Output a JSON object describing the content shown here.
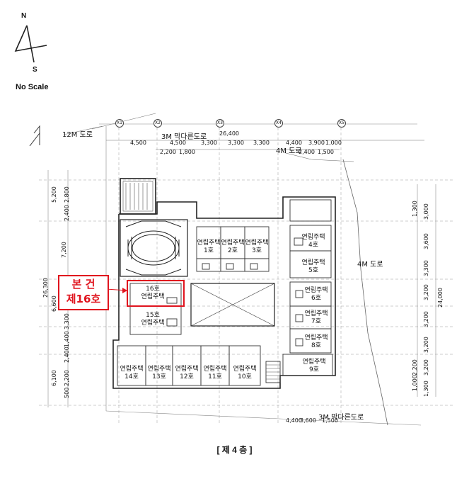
{
  "compass": {
    "north": "N",
    "south": "S",
    "scale_note": "No Scale"
  },
  "floor_caption": "[ 제 4 층 ]",
  "callout": {
    "line1": "본 건",
    "line2": "제16호"
  },
  "roads": {
    "top_left": "12M 도로",
    "top": "3M 막다른도로",
    "top_right": "4M 도로",
    "right": "4M 도로",
    "bottom": "3M 막다른도로"
  },
  "top_dims": [
    "4,500",
    "4,500",
    "3,300",
    "3,300",
    "3,300",
    "4,400",
    "3,900",
    "1,000"
  ],
  "top_total": "26,400",
  "sub_dims": [
    "2,200",
    "1,800",
    "2,400",
    "1,500"
  ],
  "bottom_dims": [
    "4,400",
    "3,600",
    "1,500"
  ],
  "left_dims": [
    "5,200",
    "2,800",
    "2,400",
    "7,200",
    "26,300",
    "6,600",
    "3,300",
    "1,400",
    "2,400",
    "6,100",
    "2,200",
    "500"
  ],
  "right_dims": [
    "1,300",
    "3,000",
    "3,600",
    "3,300",
    "3,200",
    "24,000",
    "3,200",
    "3,200",
    "3,200",
    "2,200",
    "1,000",
    "1,300"
  ],
  "units": [
    {
      "name": "연립주택",
      "no": "1호"
    },
    {
      "name": "연립주택",
      "no": "2호"
    },
    {
      "name": "연립주택",
      "no": "3호"
    },
    {
      "name": "연립주택",
      "no": "4호"
    },
    {
      "name": "연립주택",
      "no": "5호"
    },
    {
      "name": "연립주택",
      "no": "6호"
    },
    {
      "name": "연립주택",
      "no": "7호"
    },
    {
      "name": "연립주택",
      "no": "8호"
    },
    {
      "name": "연립주택",
      "no": "9호"
    },
    {
      "name": "연립주택",
      "no": "10호"
    },
    {
      "name": "연립주택",
      "no": "11호"
    },
    {
      "name": "연립주택",
      "no": "12호"
    },
    {
      "name": "연립주택",
      "no": "13호"
    },
    {
      "name": "연립주택",
      "no": "14호"
    },
    {
      "name": "연립주택",
      "no": "15호"
    },
    {
      "name": "연립주택",
      "no": "16호"
    }
  ],
  "colors": {
    "highlight": "#e0141e",
    "line": "#333333",
    "hatch": "#555555"
  }
}
